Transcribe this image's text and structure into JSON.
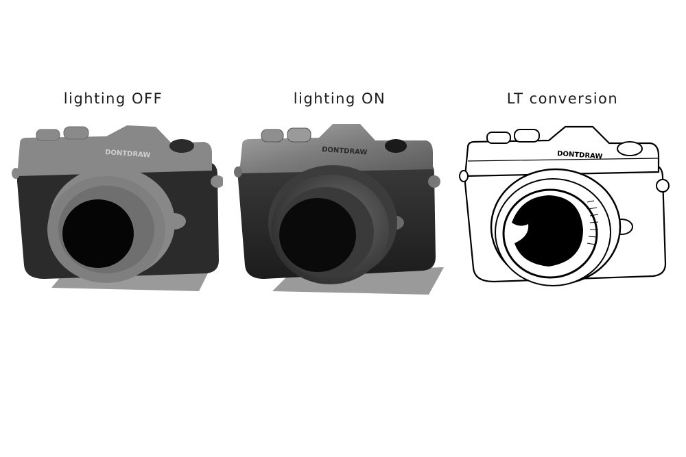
{
  "panels": [
    {
      "caption": "lighting OFF",
      "brand": "DONTDRAW",
      "style": "flat"
    },
    {
      "caption": "lighting ON",
      "brand": "DONTDRAW",
      "style": "shaded"
    },
    {
      "caption": "LT conversion",
      "brand": "DONTDRAW",
      "style": "line-art"
    }
  ],
  "colors": {
    "background": "#ffffff",
    "shadow": "#9a9a9a",
    "body_dark": "#2b2b2b",
    "top_plate": "#888888",
    "lens_barrel": "#7f7f7f",
    "lens_glass": "#050505",
    "ink": "#000000"
  }
}
